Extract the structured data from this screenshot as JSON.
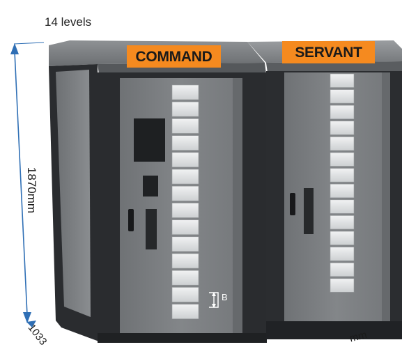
{
  "annotations": {
    "levels": "14 levels",
    "height": "1870mm",
    "depth": "1033",
    "width": "mm",
    "slot_marker": "B"
  },
  "cabinets": {
    "command_label": "COMMAND",
    "servant_label": "SERVANT",
    "command_lockers": 14,
    "servant_lockers": 14
  },
  "colors": {
    "tag_orange": "#f58a1f",
    "cabinet_frame": "#2a2c2f",
    "door_grey": "#7a7d80",
    "locker_white": "#e7e8e9",
    "dimension_blue": "#2f6fb5"
  },
  "icons": {
    "dimension_arrow": "double-headed-arrow",
    "door_handle": "door-handle-icon"
  }
}
